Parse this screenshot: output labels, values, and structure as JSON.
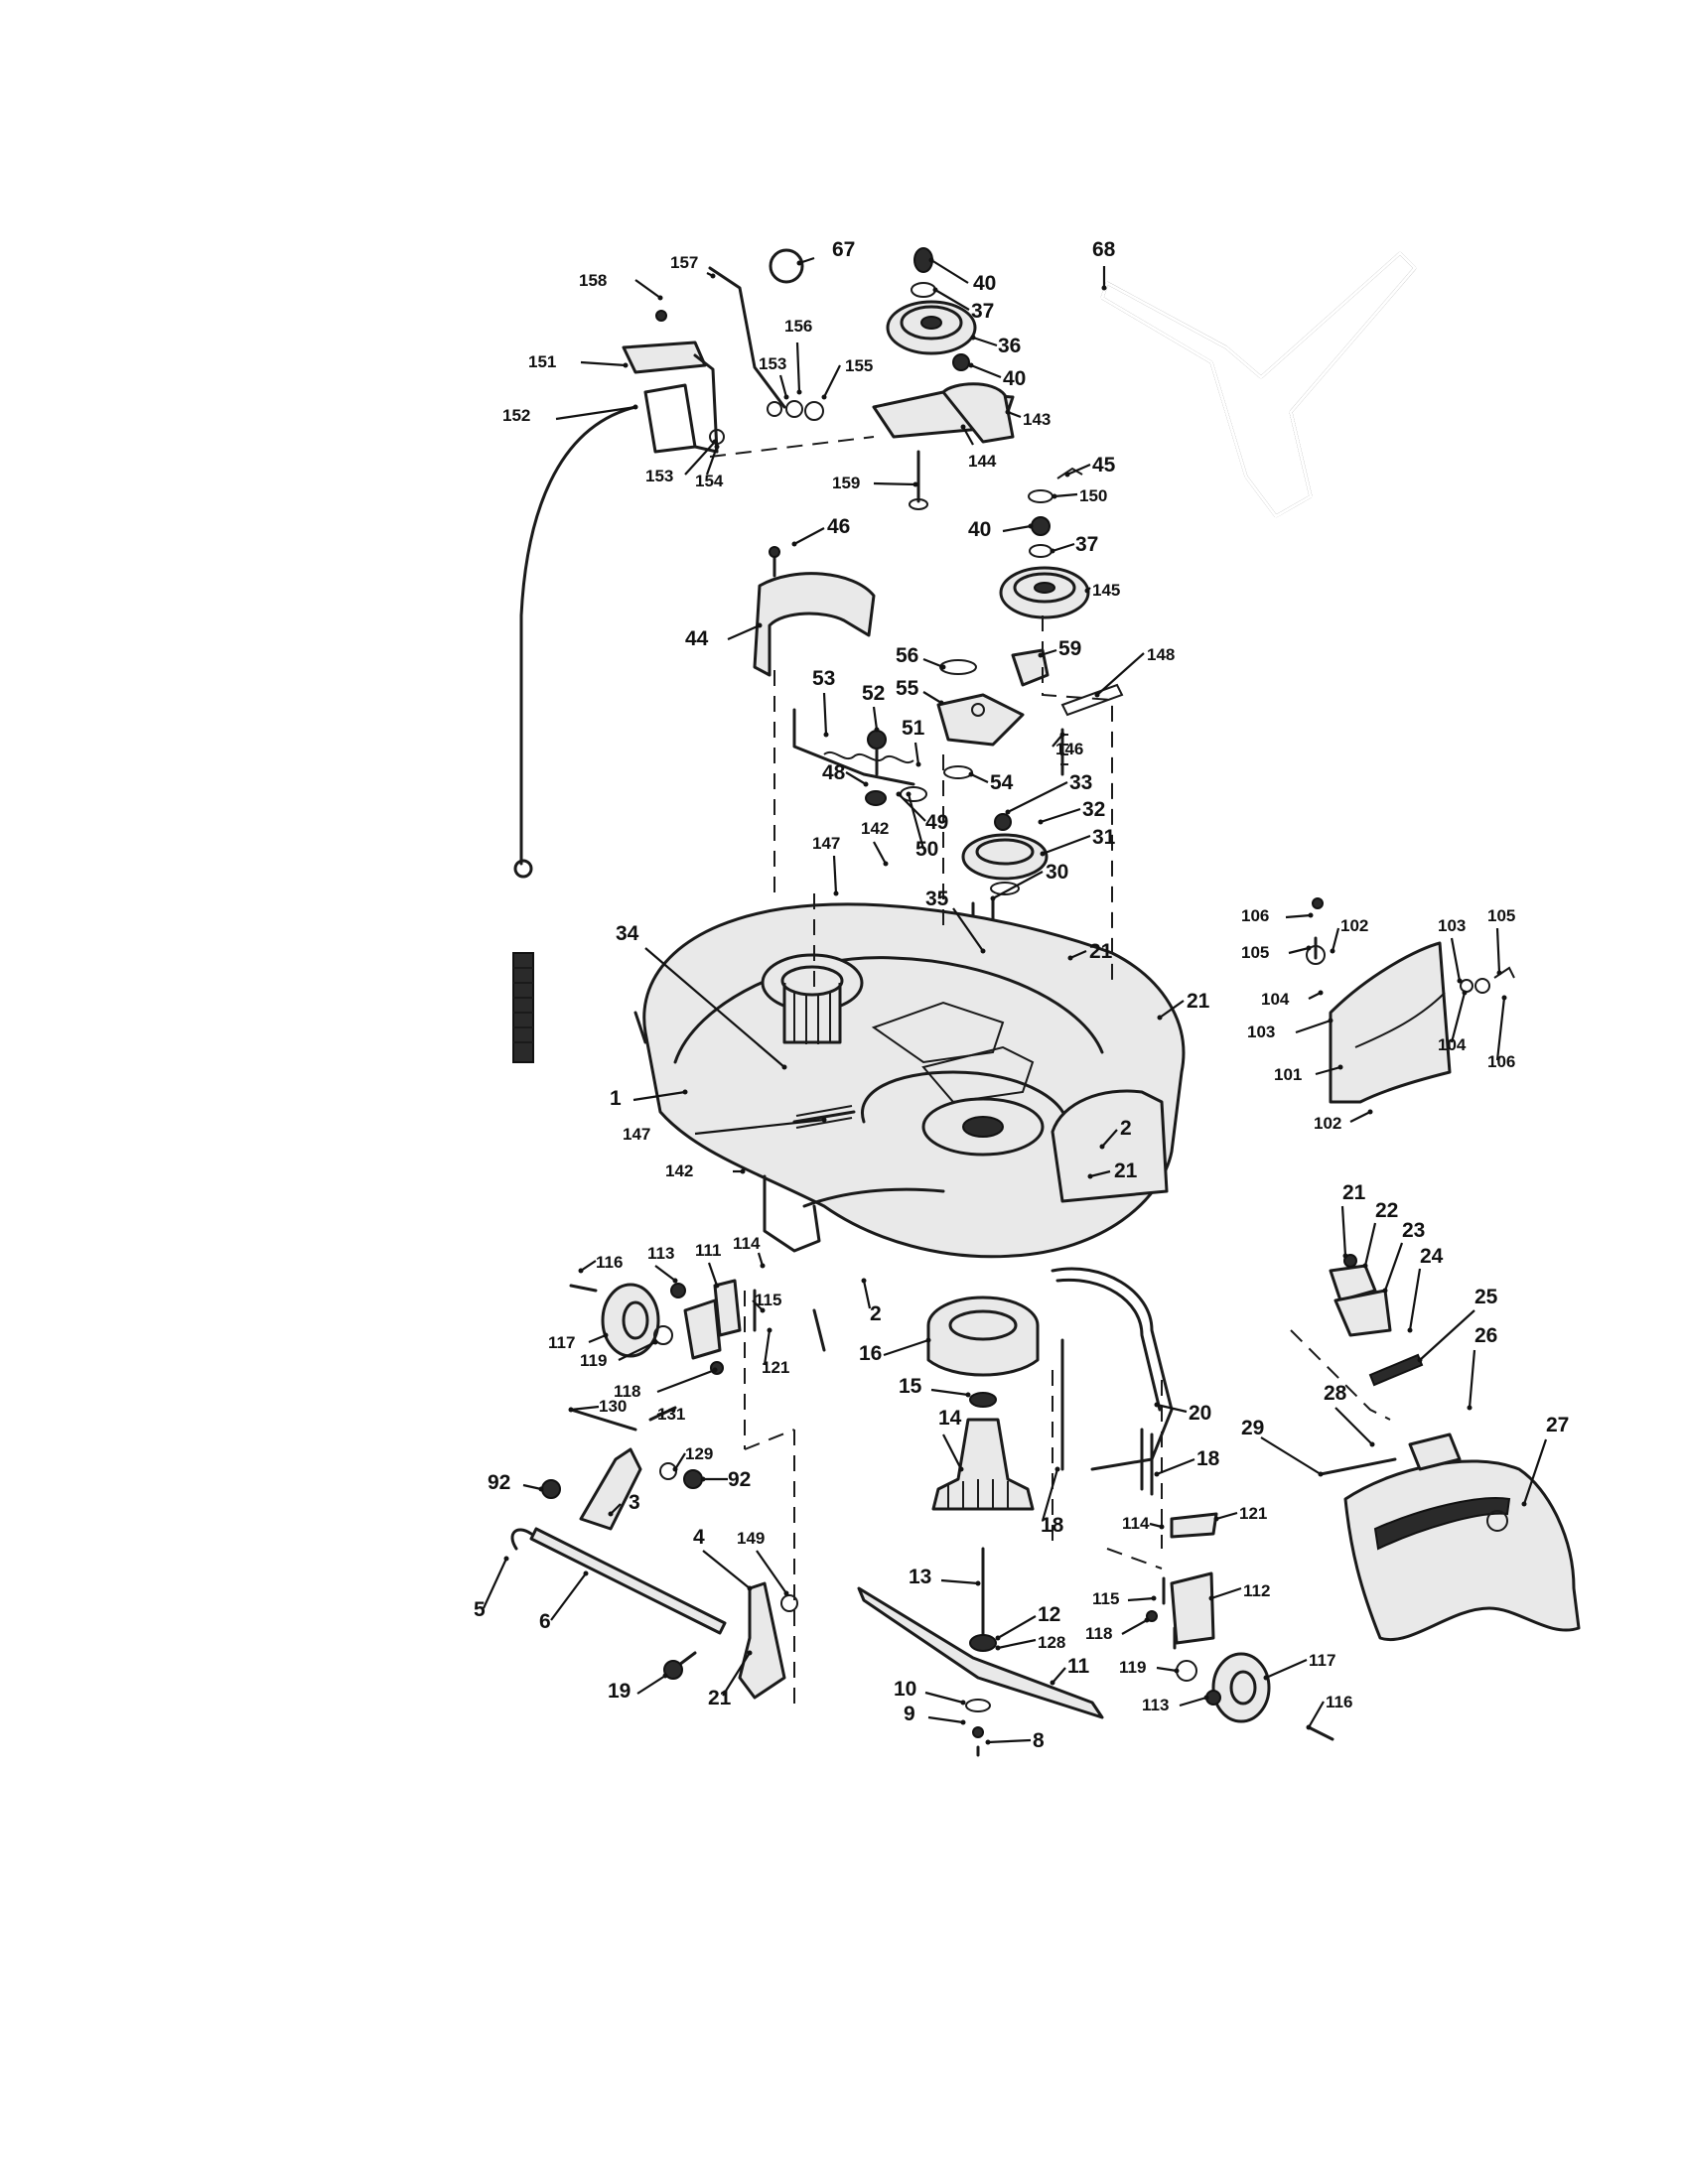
{
  "callouts": [
    {
      "id": "158",
      "label": "158"
    },
    {
      "id": "157",
      "label": "157"
    },
    {
      "id": "67",
      "label": "67"
    },
    {
      "id": "156",
      "label": "156"
    },
    {
      "id": "153a",
      "label": "153"
    },
    {
      "id": "155",
      "label": "155"
    },
    {
      "id": "151",
      "label": "151"
    },
    {
      "id": "152",
      "label": "152"
    },
    {
      "id": "153b",
      "label": "153"
    },
    {
      "id": "154",
      "label": "154"
    },
    {
      "id": "40a",
      "label": "40"
    },
    {
      "id": "37a",
      "label": "37"
    },
    {
      "id": "36",
      "label": "36"
    },
    {
      "id": "40b",
      "label": "40"
    },
    {
      "id": "143",
      "label": "143"
    },
    {
      "id": "144",
      "label": "144"
    },
    {
      "id": "159",
      "label": "159"
    },
    {
      "id": "68",
      "label": "68"
    },
    {
      "id": "45",
      "label": "45"
    },
    {
      "id": "150",
      "label": "150"
    },
    {
      "id": "40c",
      "label": "40"
    },
    {
      "id": "37b",
      "label": "37"
    },
    {
      "id": "145",
      "label": "145"
    },
    {
      "id": "46",
      "label": "46"
    },
    {
      "id": "44",
      "label": "44"
    },
    {
      "id": "56",
      "label": "56"
    },
    {
      "id": "59",
      "label": "59"
    },
    {
      "id": "148",
      "label": "148"
    },
    {
      "id": "55",
      "label": "55"
    },
    {
      "id": "53",
      "label": "53"
    },
    {
      "id": "52",
      "label": "52"
    },
    {
      "id": "51",
      "label": "51"
    },
    {
      "id": "146",
      "label": "146"
    },
    {
      "id": "48",
      "label": "48"
    },
    {
      "id": "54",
      "label": "54"
    },
    {
      "id": "33",
      "label": "33"
    },
    {
      "id": "49",
      "label": "49"
    },
    {
      "id": "32",
      "label": "32"
    },
    {
      "id": "50",
      "label": "50"
    },
    {
      "id": "31",
      "label": "31"
    },
    {
      "id": "142a",
      "label": "142"
    },
    {
      "id": "147a",
      "label": "147"
    },
    {
      "id": "30",
      "label": "30"
    },
    {
      "id": "35",
      "label": "35"
    },
    {
      "id": "21a",
      "label": "21"
    },
    {
      "id": "34",
      "label": "34"
    },
    {
      "id": "21b",
      "label": "21"
    },
    {
      "id": "1",
      "label": "1"
    },
    {
      "id": "147b",
      "label": "147"
    },
    {
      "id": "2a",
      "label": "2"
    },
    {
      "id": "142b",
      "label": "142"
    },
    {
      "id": "21c",
      "label": "21"
    },
    {
      "id": "106a",
      "label": "106"
    },
    {
      "id": "105a",
      "label": "105"
    },
    {
      "id": "102a",
      "label": "102"
    },
    {
      "id": "103a",
      "label": "103"
    },
    {
      "id": "105b",
      "label": "105"
    },
    {
      "id": "104a",
      "label": "104"
    },
    {
      "id": "103b",
      "label": "103"
    },
    {
      "id": "104b",
      "label": "104"
    },
    {
      "id": "106b",
      "label": "106"
    },
    {
      "id": "101",
      "label": "101"
    },
    {
      "id": "102b",
      "label": "102"
    },
    {
      "id": "114a",
      "label": "114"
    },
    {
      "id": "116a",
      "label": "116"
    },
    {
      "id": "113a",
      "label": "113"
    },
    {
      "id": "111",
      "label": "111"
    },
    {
      "id": "115a",
      "label": "115"
    },
    {
      "id": "117a",
      "label": "117"
    },
    {
      "id": "119a",
      "label": "119"
    },
    {
      "id": "121a",
      "label": "121"
    },
    {
      "id": "118a",
      "label": "118"
    },
    {
      "id": "2b",
      "label": "2"
    },
    {
      "id": "16",
      "label": "16"
    },
    {
      "id": "21d",
      "label": "21"
    },
    {
      "id": "22",
      "label": "22"
    },
    {
      "id": "23",
      "label": "23"
    },
    {
      "id": "24",
      "label": "24"
    },
    {
      "id": "25",
      "label": "25"
    },
    {
      "id": "26",
      "label": "26"
    },
    {
      "id": "130",
      "label": "130"
    },
    {
      "id": "131",
      "label": "131"
    },
    {
      "id": "129",
      "label": "129"
    },
    {
      "id": "92a",
      "label": "92"
    },
    {
      "id": "92b",
      "label": "92"
    },
    {
      "id": "15",
      "label": "15"
    },
    {
      "id": "20",
      "label": "20"
    },
    {
      "id": "28",
      "label": "28"
    },
    {
      "id": "27",
      "label": "27"
    },
    {
      "id": "14",
      "label": "14"
    },
    {
      "id": "29",
      "label": "29"
    },
    {
      "id": "3",
      "label": "3"
    },
    {
      "id": "18a",
      "label": "18"
    },
    {
      "id": "18b",
      "label": "18"
    },
    {
      "id": "4",
      "label": "4"
    },
    {
      "id": "149",
      "label": "149"
    },
    {
      "id": "114b",
      "label": "114"
    },
    {
      "id": "121b",
      "label": "121"
    },
    {
      "id": "5",
      "label": "5"
    },
    {
      "id": "6",
      "label": "6"
    },
    {
      "id": "13",
      "label": "13"
    },
    {
      "id": "112",
      "label": "112"
    },
    {
      "id": "115b",
      "label": "115"
    },
    {
      "id": "12",
      "label": "12"
    },
    {
      "id": "128",
      "label": "128"
    },
    {
      "id": "118b",
      "label": "118"
    },
    {
      "id": "11",
      "label": "11"
    },
    {
      "id": "19",
      "label": "19"
    },
    {
      "id": "21e",
      "label": "21"
    },
    {
      "id": "119b",
      "label": "119"
    },
    {
      "id": "117b",
      "label": "117"
    },
    {
      "id": "10",
      "label": "10"
    },
    {
      "id": "113b",
      "label": "113"
    },
    {
      "id": "9",
      "label": "9"
    },
    {
      "id": "116b",
      "label": "116"
    },
    {
      "id": "8",
      "label": "8"
    }
  ]
}
